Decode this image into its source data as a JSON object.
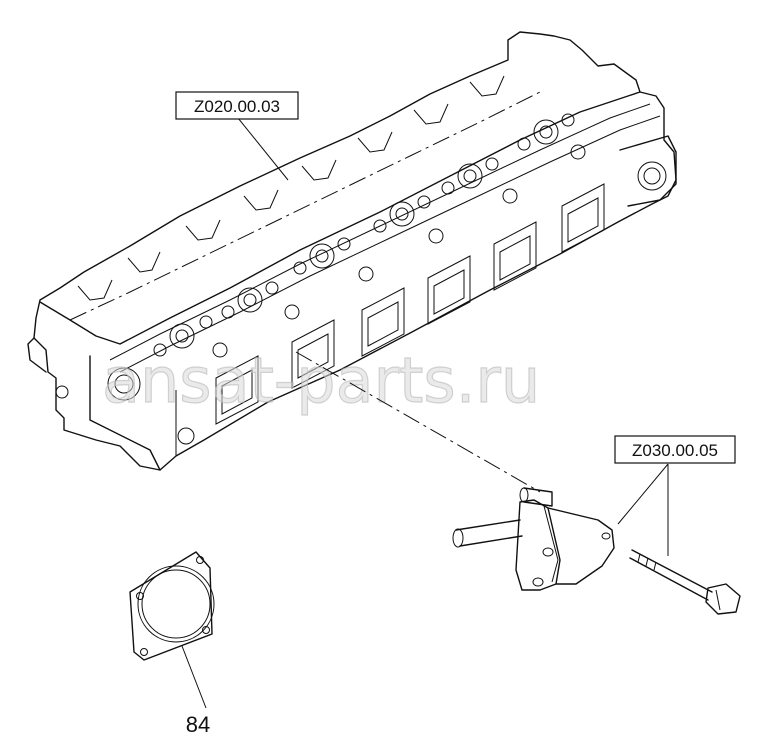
{
  "callouts": {
    "cylinder_head_ref": "Z020.00.03",
    "bracket_ref": "Z030.00.05",
    "gasket_part_number": "84"
  },
  "watermark": "ansat-parts.ru"
}
